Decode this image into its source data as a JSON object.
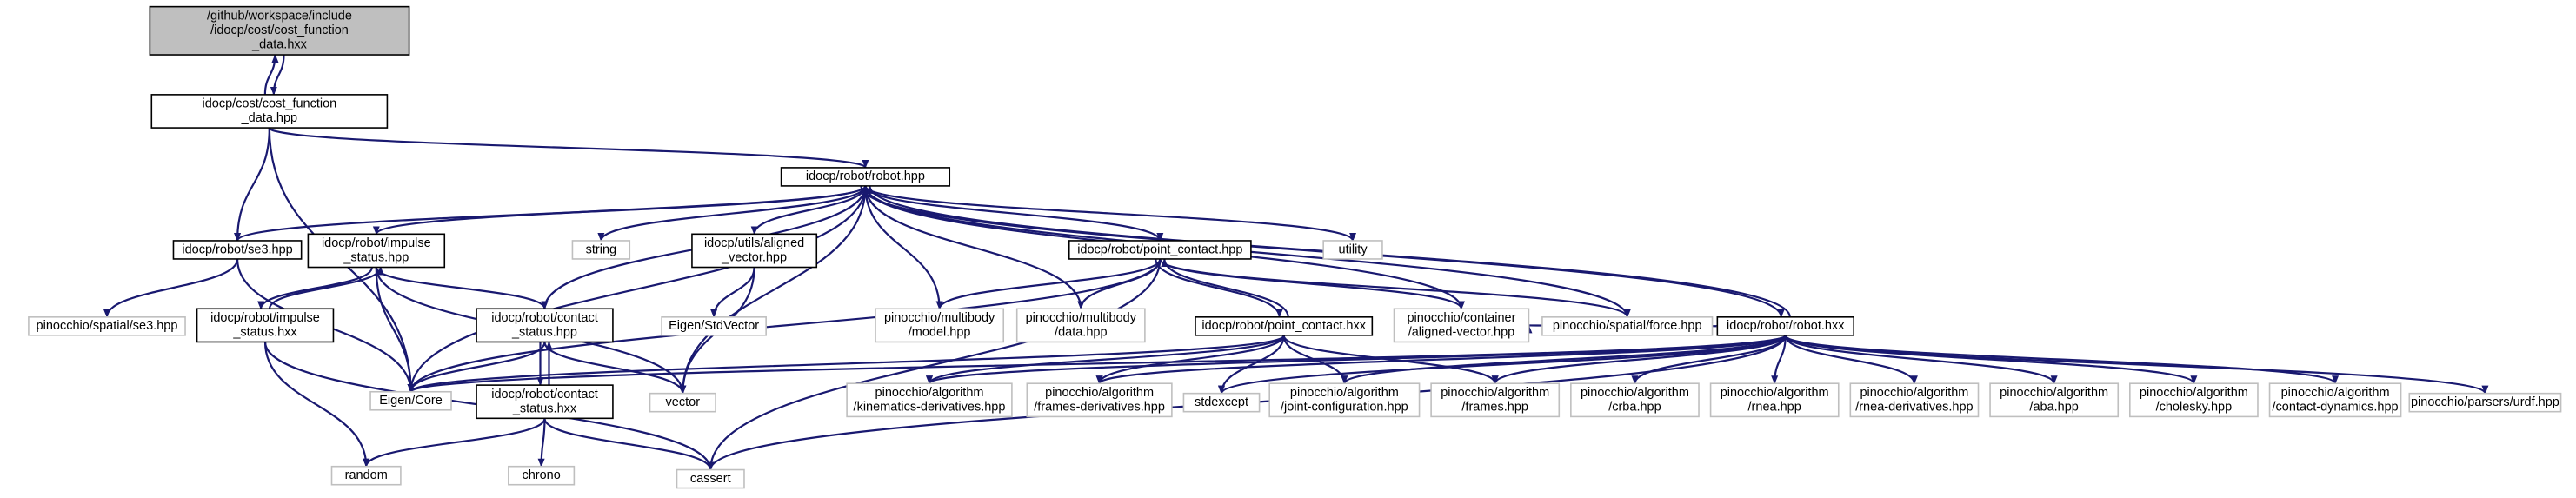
{
  "graph": {
    "colors": {
      "edge": "#191970",
      "local_border": "#000000",
      "external_border": "#bfbfbf",
      "root_fill": "#bfbfbf"
    },
    "nodes": [
      {
        "id": "root",
        "kind": "root",
        "lines": [
          "/github/workspace/include",
          "/idocp/cost/cost_function",
          "_data.hxx"
        ]
      },
      {
        "id": "cfd_hpp",
        "kind": "local",
        "lines": [
          "idocp/cost/cost_function",
          "_data.hpp"
        ]
      },
      {
        "id": "robot_hpp",
        "kind": "local",
        "lines": [
          "idocp/robot/robot.hpp"
        ]
      },
      {
        "id": "se3_hpp",
        "kind": "local",
        "lines": [
          "idocp/robot/se3.hpp"
        ]
      },
      {
        "id": "impulse_status_hpp",
        "kind": "local",
        "lines": [
          "idocp/robot/impulse",
          "_status.hpp"
        ]
      },
      {
        "id": "impulse_status_hxx",
        "kind": "local",
        "lines": [
          "idocp/robot/impulse",
          "_status.hxx"
        ]
      },
      {
        "id": "contact_status_hpp",
        "kind": "local",
        "lines": [
          "idocp/robot/contact",
          "_status.hpp"
        ]
      },
      {
        "id": "contact_status_hxx",
        "kind": "local",
        "lines": [
          "idocp/robot/contact",
          "_status.hxx"
        ]
      },
      {
        "id": "aligned_vector_hpp",
        "kind": "local",
        "lines": [
          "idocp/utils/aligned",
          "_vector.hpp"
        ]
      },
      {
        "id": "point_contact_hpp",
        "kind": "local",
        "lines": [
          "idocp/robot/point_contact.hpp"
        ]
      },
      {
        "id": "point_contact_hxx",
        "kind": "local",
        "lines": [
          "idocp/robot/point_contact.hxx"
        ]
      },
      {
        "id": "robot_hxx",
        "kind": "local",
        "lines": [
          "idocp/robot/robot.hxx"
        ]
      },
      {
        "id": "string",
        "kind": "ext",
        "lines": [
          "string"
        ]
      },
      {
        "id": "utility",
        "kind": "ext",
        "lines": [
          "utility"
        ]
      },
      {
        "id": "pin_se3",
        "kind": "ext",
        "lines": [
          "pinocchio/spatial/se3.hpp"
        ]
      },
      {
        "id": "eigen_core",
        "kind": "ext",
        "lines": [
          "Eigen/Core"
        ]
      },
      {
        "id": "random",
        "kind": "ext",
        "lines": [
          "random"
        ]
      },
      {
        "id": "cassert",
        "kind": "ext",
        "lines": [
          "cassert"
        ]
      },
      {
        "id": "chrono",
        "kind": "ext",
        "lines": [
          "chrono"
        ]
      },
      {
        "id": "vector",
        "kind": "ext",
        "lines": [
          "vector"
        ]
      },
      {
        "id": "eigen_stdvector",
        "kind": "ext",
        "lines": [
          "Eigen/StdVector"
        ]
      },
      {
        "id": "pin_model",
        "kind": "ext",
        "lines": [
          "pinocchio/multibody",
          "/model.hpp"
        ]
      },
      {
        "id": "pin_data",
        "kind": "ext",
        "lines": [
          "pinocchio/multibody",
          "/data.hpp"
        ]
      },
      {
        "id": "pin_aligned_vector",
        "kind": "ext",
        "lines": [
          "pinocchio/container",
          "/aligned-vector.hpp"
        ]
      },
      {
        "id": "pin_force",
        "kind": "ext",
        "lines": [
          "pinocchio/spatial/force.hpp"
        ]
      },
      {
        "id": "alg_kin_der",
        "kind": "ext",
        "lines": [
          "pinocchio/algorithm",
          "/kinematics-derivatives.hpp"
        ]
      },
      {
        "id": "alg_frames_der",
        "kind": "ext",
        "lines": [
          "pinocchio/algorithm",
          "/frames-derivatives.hpp"
        ]
      },
      {
        "id": "stdexcept",
        "kind": "ext",
        "lines": [
          "stdexcept"
        ]
      },
      {
        "id": "alg_joint_conf",
        "kind": "ext",
        "lines": [
          "pinocchio/algorithm",
          "/joint-configuration.hpp"
        ]
      },
      {
        "id": "alg_frames",
        "kind": "ext",
        "lines": [
          "pinocchio/algorithm",
          "/frames.hpp"
        ]
      },
      {
        "id": "alg_crba",
        "kind": "ext",
        "lines": [
          "pinocchio/algorithm",
          "/crba.hpp"
        ]
      },
      {
        "id": "alg_rnea",
        "kind": "ext",
        "lines": [
          "pinocchio/algorithm",
          "/rnea.hpp"
        ]
      },
      {
        "id": "alg_rnea_der",
        "kind": "ext",
        "lines": [
          "pinocchio/algorithm",
          "/rnea-derivatives.hpp"
        ]
      },
      {
        "id": "alg_aba",
        "kind": "ext",
        "lines": [
          "pinocchio/algorithm",
          "/aba.hpp"
        ]
      },
      {
        "id": "alg_cholesky",
        "kind": "ext",
        "lines": [
          "pinocchio/algorithm",
          "/cholesky.hpp"
        ]
      },
      {
        "id": "alg_contact_dyn",
        "kind": "ext",
        "lines": [
          "pinocchio/algorithm",
          "/contact-dynamics.hpp"
        ]
      },
      {
        "id": "pin_urdf",
        "kind": "ext",
        "lines": [
          "pinocchio/parsers/urdf.hpp"
        ]
      }
    ],
    "edges": [
      [
        "root",
        "cfd_hpp"
      ],
      [
        "cfd_hpp",
        "root"
      ],
      [
        "cfd_hpp",
        "robot_hpp"
      ],
      [
        "cfd_hpp",
        "se3_hpp"
      ],
      [
        "cfd_hpp",
        "eigen_core"
      ],
      [
        "robot_hpp",
        "se3_hpp"
      ],
      [
        "robot_hpp",
        "impulse_status_hpp"
      ],
      [
        "robot_hpp",
        "contact_status_hpp"
      ],
      [
        "robot_hpp",
        "eigen_core"
      ],
      [
        "robot_hpp",
        "string"
      ],
      [
        "robot_hpp",
        "vector"
      ],
      [
        "robot_hpp",
        "aligned_vector_hpp"
      ],
      [
        "robot_hpp",
        "pin_model"
      ],
      [
        "robot_hpp",
        "pin_data"
      ],
      [
        "robot_hpp",
        "point_contact_hpp"
      ],
      [
        "robot_hpp",
        "utility"
      ],
      [
        "robot_hpp",
        "pin_aligned_vector"
      ],
      [
        "robot_hpp",
        "pin_force"
      ],
      [
        "robot_hpp",
        "robot_hxx"
      ],
      [
        "robot_hxx",
        "robot_hpp"
      ],
      [
        "se3_hpp",
        "pin_se3"
      ],
      [
        "se3_hpp",
        "eigen_core"
      ],
      [
        "impulse_status_hpp",
        "impulse_status_hxx"
      ],
      [
        "impulse_status_hxx",
        "impulse_status_hpp"
      ],
      [
        "impulse_status_hpp",
        "eigen_core"
      ],
      [
        "impulse_status_hpp",
        "contact_status_hpp"
      ],
      [
        "impulse_status_hpp",
        "vector"
      ],
      [
        "impulse_status_hxx",
        "random"
      ],
      [
        "impulse_status_hxx",
        "cassert"
      ],
      [
        "contact_status_hpp",
        "eigen_core"
      ],
      [
        "contact_status_hpp",
        "vector"
      ],
      [
        "contact_status_hpp",
        "contact_status_hxx"
      ],
      [
        "contact_status_hxx",
        "contact_status_hpp"
      ],
      [
        "contact_status_hxx",
        "random"
      ],
      [
        "contact_status_hxx",
        "chrono"
      ],
      [
        "contact_status_hxx",
        "cassert"
      ],
      [
        "aligned_vector_hpp",
        "eigen_stdvector"
      ],
      [
        "aligned_vector_hpp",
        "vector"
      ],
      [
        "point_contact_hpp",
        "pin_model"
      ],
      [
        "point_contact_hpp",
        "pin_data"
      ],
      [
        "point_contact_hpp",
        "pin_aligned_vector"
      ],
      [
        "point_contact_hpp",
        "pin_force"
      ],
      [
        "point_contact_hpp",
        "eigen_core"
      ],
      [
        "point_contact_hpp",
        "cassert"
      ],
      [
        "point_contact_hpp",
        "point_contact_hxx"
      ],
      [
        "point_contact_hxx",
        "point_contact_hpp"
      ],
      [
        "point_contact_hxx",
        "eigen_core"
      ],
      [
        "point_contact_hxx",
        "alg_kin_der"
      ],
      [
        "point_contact_hxx",
        "alg_frames_der"
      ],
      [
        "point_contact_hxx",
        "stdexcept"
      ],
      [
        "point_contact_hxx",
        "alg_joint_conf"
      ],
      [
        "point_contact_hxx",
        "alg_frames"
      ],
      [
        "robot_hxx",
        "pin_aligned_vector"
      ],
      [
        "robot_hxx",
        "eigen_core"
      ],
      [
        "robot_hxx",
        "alg_kin_der"
      ],
      [
        "robot_hxx",
        "alg_frames_der"
      ],
      [
        "robot_hxx",
        "stdexcept"
      ],
      [
        "robot_hxx",
        "alg_joint_conf"
      ],
      [
        "robot_hxx",
        "alg_frames"
      ],
      [
        "robot_hxx",
        "alg_crba"
      ],
      [
        "robot_hxx",
        "alg_rnea"
      ],
      [
        "robot_hxx",
        "alg_rnea_der"
      ],
      [
        "robot_hxx",
        "alg_aba"
      ],
      [
        "robot_hxx",
        "alg_cholesky"
      ],
      [
        "robot_hxx",
        "alg_contact_dyn"
      ],
      [
        "robot_hxx",
        "pin_urdf"
      ],
      [
        "robot_hxx",
        "cassert"
      ]
    ]
  }
}
